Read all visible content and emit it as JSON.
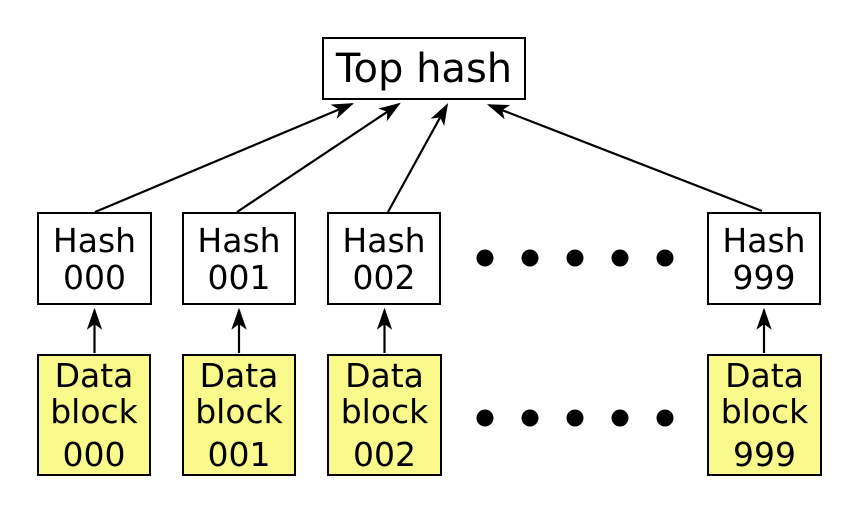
{
  "top_hash": {
    "label": "Top hash"
  },
  "hash_nodes": [
    {
      "label": "Hash",
      "index": "000"
    },
    {
      "label": "Hash",
      "index": "001"
    },
    {
      "label": "Hash",
      "index": "002"
    },
    {
      "label": "Hash",
      "index": "999"
    }
  ],
  "data_blocks": [
    {
      "label_line1": "Data",
      "label_line2": "block",
      "index": "000"
    },
    {
      "label_line1": "Data",
      "label_line2": "block",
      "index": "001"
    },
    {
      "label_line1": "Data",
      "label_line2": "block",
      "index": "002"
    },
    {
      "label_line1": "Data",
      "label_line2": "block",
      "index": "999"
    }
  ],
  "ellipsis": {
    "dots_per_row": 5,
    "rows": 2
  },
  "colors": {
    "background": "#ffffff",
    "box_border": "#000000",
    "hash_box_fill": "#ffffff",
    "data_block_fill": "#f9f98c",
    "arrow": "#000000",
    "text": "#000000"
  }
}
